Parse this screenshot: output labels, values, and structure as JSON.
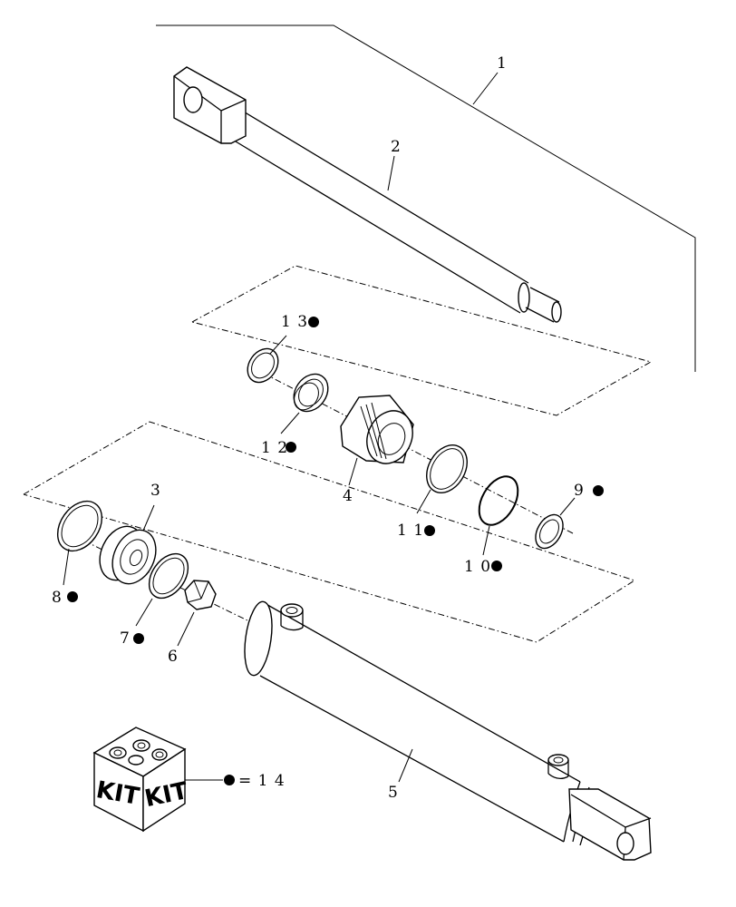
{
  "callouts": {
    "c1": "1",
    "c2": "2",
    "c3": "3",
    "c4": "4",
    "c5": "5",
    "c6": "6",
    "c7": "7",
    "c8": "8",
    "c9": "9",
    "c10": "1 0",
    "c11": "1 1",
    "c12": "1 2",
    "c13": "1 3"
  },
  "legend": {
    "kit_word_left": "KIT",
    "kit_word_right": "KIT",
    "equals_text": "= 1 4",
    "marker": "black-dot"
  },
  "colors": {
    "line": "#000000",
    "background": "#ffffff"
  }
}
